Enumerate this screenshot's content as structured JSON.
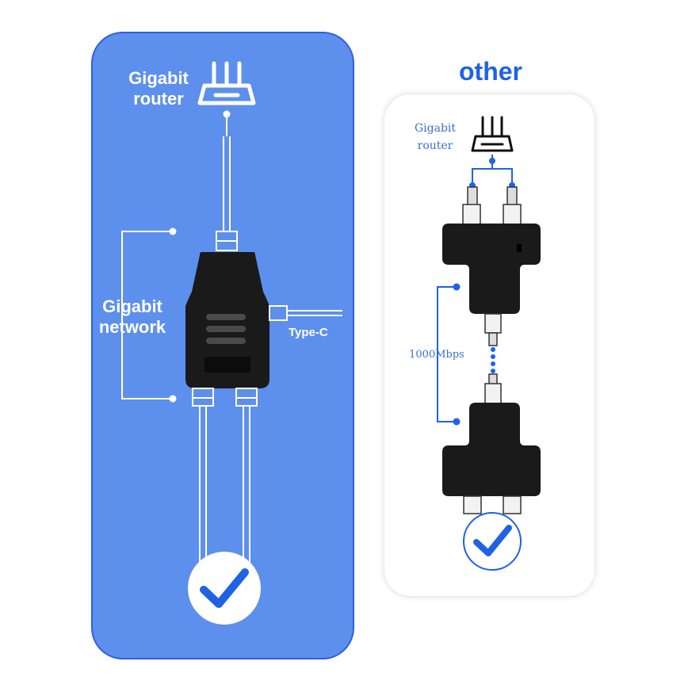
{
  "left_panel": {
    "router_label_line1": "Gigabit",
    "router_label_line2": "router",
    "network_label_line1": "Gigabit",
    "network_label_line2": "network",
    "port_label": "Type-C"
  },
  "right_panel": {
    "heading": "other",
    "router_label_line1": "Gigabit",
    "router_label_line2": "router",
    "speed_label": "1000Mbps"
  },
  "colors": {
    "left_panel_bg": "#5d8fec",
    "left_panel_border": "#2d5fe0",
    "accent_blue": "#1f62e6",
    "device_black": "#1a1a1a"
  },
  "icons": [
    "router-icon",
    "checkmark-icon",
    "adapter-device-icon"
  ]
}
